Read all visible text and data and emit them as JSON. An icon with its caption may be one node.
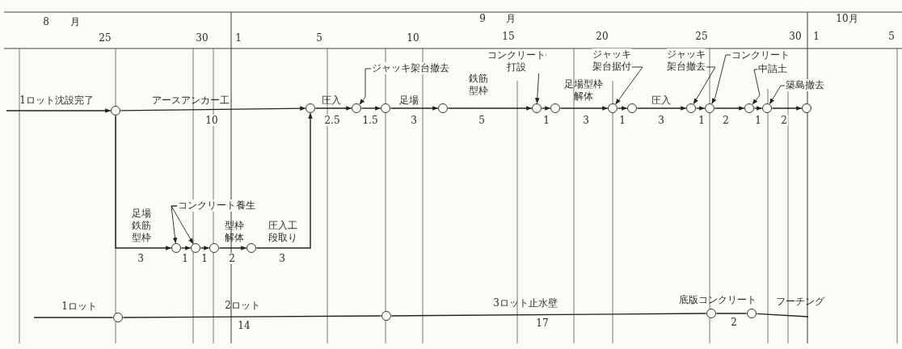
{
  "diagram": {
    "nodes": [
      {
        "text": [],
        "shape": "circle"
      },
      {
        "text": [],
        "shape": "circle"
      },
      {
        "text": [],
        "shape": "circle"
      },
      {
        "text": [],
        "shape": "circle"
      },
      {
        "text": [],
        "shape": "circle"
      },
      {
        "text": [],
        "shape": "circle"
      },
      {
        "text": [],
        "shape": "circle"
      },
      {
        "text": [],
        "shape": "circle"
      },
      {
        "text": [],
        "shape": "circle"
      },
      {
        "text": [],
        "shape": "circle"
      },
      {
        "text": [],
        "shape": "circle"
      },
      {
        "text": [],
        "shape": "circle"
      },
      {
        "text": [],
        "shape": "circle"
      },
      {
        "text": [],
        "shape": "circle"
      },
      {
        "text": [],
        "shape": "circle"
      },
      {
        "text": [],
        "shape": "circle"
      },
      {
        "text": [],
        "shape": "circle"
      },
      {
        "text": [],
        "shape": "circle"
      },
      {
        "text": [],
        "shape": "circle"
      },
      {
        "text": [],
        "shape": "circle"
      },
      {
        "text": [],
        "shape": "circle"
      },
      {
        "text": [],
        "shape": "circle"
      },
      {
        "text": [
          "ジャッキ架台撤去"
        ]
      },
      {
        "text": [
          "コンクリート打設"
        ]
      },
      {
        "text": [
          "ジャッキ架台据付"
        ]
      },
      {
        "text": [
          "ジャッキ架台撤去"
        ]
      },
      {
        "text": [
          "コンクリート"
        ]
      },
      {
        "text": [
          "中詰土"
        ]
      },
      {
        "text": [
          "築島撤去"
        ]
      },
      {
        "text": [
          "コンクリート養生"
        ]
      }
    ],
    "edges": [
      {
        "from": null,
        "to": 0,
        "arrow": "to",
        "label": "1ロット沈設完了"
      },
      {
        "from": 0,
        "to": 1,
        "arrow": "to",
        "label": "アースアンカー工"
      },
      {
        "from": 1,
        "to": 2,
        "arrow": "to",
        "label": "圧入"
      },
      {
        "from": 2,
        "to": 3,
        "arrow": "to"
      },
      {
        "from": 3,
        "to": 4,
        "arrow": "to",
        "label": "足場"
      },
      {
        "from": 4,
        "to": 5,
        "arrow": "to",
        "label": "鉄筋型枠"
      },
      {
        "from": 5,
        "to": 6,
        "arrow": "to"
      },
      {
        "from": 6,
        "to": 7,
        "arrow": "to",
        "label": "足場型枠解体"
      },
      {
        "from": 7,
        "to": 8,
        "arrow": "to"
      },
      {
        "from": 8,
        "to": 9,
        "arrow": "to",
        "label": "圧入"
      },
      {
        "from": 9,
        "to": 10,
        "arrow": "to"
      },
      {
        "from": 10,
        "to": 11,
        "arrow": "to"
      },
      {
        "from": 11,
        "to": 12,
        "arrow": "to"
      },
      {
        "from": 12,
        "to": 13,
        "arrow": "to"
      },
      {
        "from": 0,
        "to": 14,
        "arrow": "to",
        "label": "足場鉄筋型枠"
      },
      {
        "from": 14,
        "to": 15,
        "arrow": "to"
      },
      {
        "from": 15,
        "to": 16,
        "arrow": "to"
      },
      {
        "from": 16,
        "to": 17,
        "arrow": "to",
        "label": "型枠解体"
      },
      {
        "from": 17,
        "to": 1,
        "arrow": "to",
        "label": "圧入工段取り"
      },
      {
        "from": null,
        "to": 18,
        "arrow": "none",
        "label": "1ロット"
      },
      {
        "from": 18,
        "to": 19,
        "arrow": "none",
        "label": "2ロット"
      },
      {
        "from": 19,
        "to": 20,
        "arrow": "none",
        "label": "3ロット止水壁"
      },
      {
        "from": 20,
        "to": 21,
        "arrow": "none",
        "label": "底版コンクリート"
      },
      {
        "from": 21,
        "to": null,
        "arrow": "none",
        "label": "フーチング"
      },
      {
        "from": 22,
        "to": 2,
        "arrow": "to"
      },
      {
        "from": 23,
        "to": 5,
        "arrow": "to"
      },
      {
        "from": 24,
        "to": 7,
        "arrow": "to"
      },
      {
        "from": 25,
        "to": 9,
        "arrow": "to"
      },
      {
        "from": 26,
        "to": 10,
        "arrow": "to"
      },
      {
        "from": 27,
        "to": 11,
        "arrow": "to"
      },
      {
        "from": 28,
        "to": 12,
        "arrow": "to"
      },
      {
        "from": 29,
        "to": 14,
        "arrow": "to"
      },
      {
        "from": 29,
        "to": 15,
        "arrow": "to"
      }
    ],
    "labels": [
      "8",
      "月",
      "9",
      "月",
      "10月",
      "25",
      "30",
      "1",
      "5",
      "10",
      "15",
      "20",
      "25",
      "30",
      "1",
      "5",
      "10",
      "2.5",
      "1.5",
      "3",
      "5",
      "1",
      "3",
      "1",
      "3",
      "1",
      "2",
      "1",
      "2",
      "3",
      "1",
      "1",
      "2",
      "3",
      "14",
      "17",
      "2"
    ]
  }
}
